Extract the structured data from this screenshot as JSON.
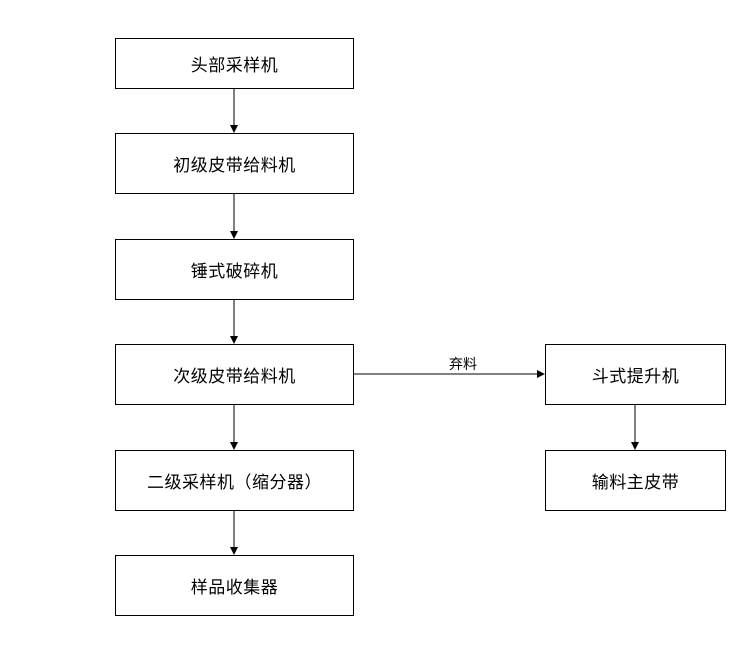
{
  "nodes": {
    "head_sampler": "头部采样机",
    "primary_belt_feeder": "初级皮带给料机",
    "hammer_crusher": "锤式破碎机",
    "secondary_belt_feeder": "次级皮带给料机",
    "secondary_sampler": "二级采样机（缩分器）",
    "sample_collector": "样品收集器",
    "bucket_elevator": "斗式提升机",
    "main_conveyor_belt": "输料主皮带"
  },
  "edges": {
    "discard_label": "弃料"
  }
}
